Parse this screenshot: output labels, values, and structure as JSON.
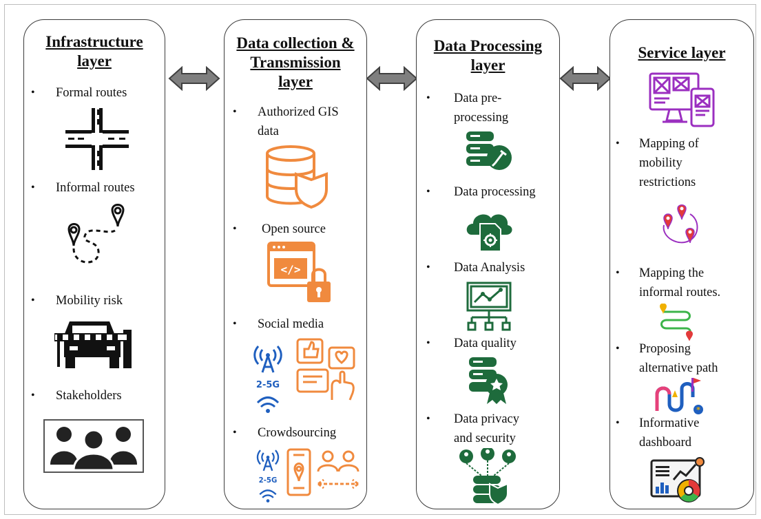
{
  "layers": [
    {
      "title": [
        "Infrastructure",
        "layer"
      ],
      "items": [
        "Formal routes",
        "Informal routes",
        "Mobility risk",
        "Stakeholders"
      ],
      "icons": [
        "crossroad-icon",
        "route-pins-icon",
        "road-barrier-car-icon",
        "people-group-icon"
      ]
    },
    {
      "title": [
        "Data collection &",
        "Transmission",
        "layer"
      ],
      "items": [
        "Authorized GIS",
        "data",
        "Open source",
        "Social media",
        "Crowdsourcing"
      ],
      "icons": [
        "database-shield-icon",
        "code-window-lock-icon",
        "social-likes-icon",
        "crowdsourcing-phone-icon"
      ],
      "network_label": "2-5G"
    },
    {
      "title": [
        "Data Processing",
        "layer"
      ],
      "items": [
        "Data pre-",
        "processing",
        "Data processing",
        "Data Analysis",
        "Data quality",
        "Data privacy",
        "and security"
      ],
      "icons": [
        "database-clean-icon",
        "cloud-document-gear-icon",
        "monitor-network-icon",
        "database-award-icon",
        "users-database-shield-icon"
      ]
    },
    {
      "title": [
        "Service layer"
      ],
      "items": [
        "Mapping of",
        "mobility",
        "restrictions",
        "Mapping the",
        "informal routes.",
        "Proposing",
        "alternative path",
        "Informative",
        "dashboard"
      ],
      "icons": [
        "responsive-devices-icon",
        "map-pins-icon",
        "winding-route-icon",
        "alternative-path-icon",
        "dashboard-charts-icon"
      ]
    }
  ],
  "colors": {
    "orange": "#f08a3e",
    "green": "#1e6b3c",
    "purple": "#9b2fc0",
    "blue": "#1f5fbf",
    "arrow_fill": "#7f7f7f"
  }
}
